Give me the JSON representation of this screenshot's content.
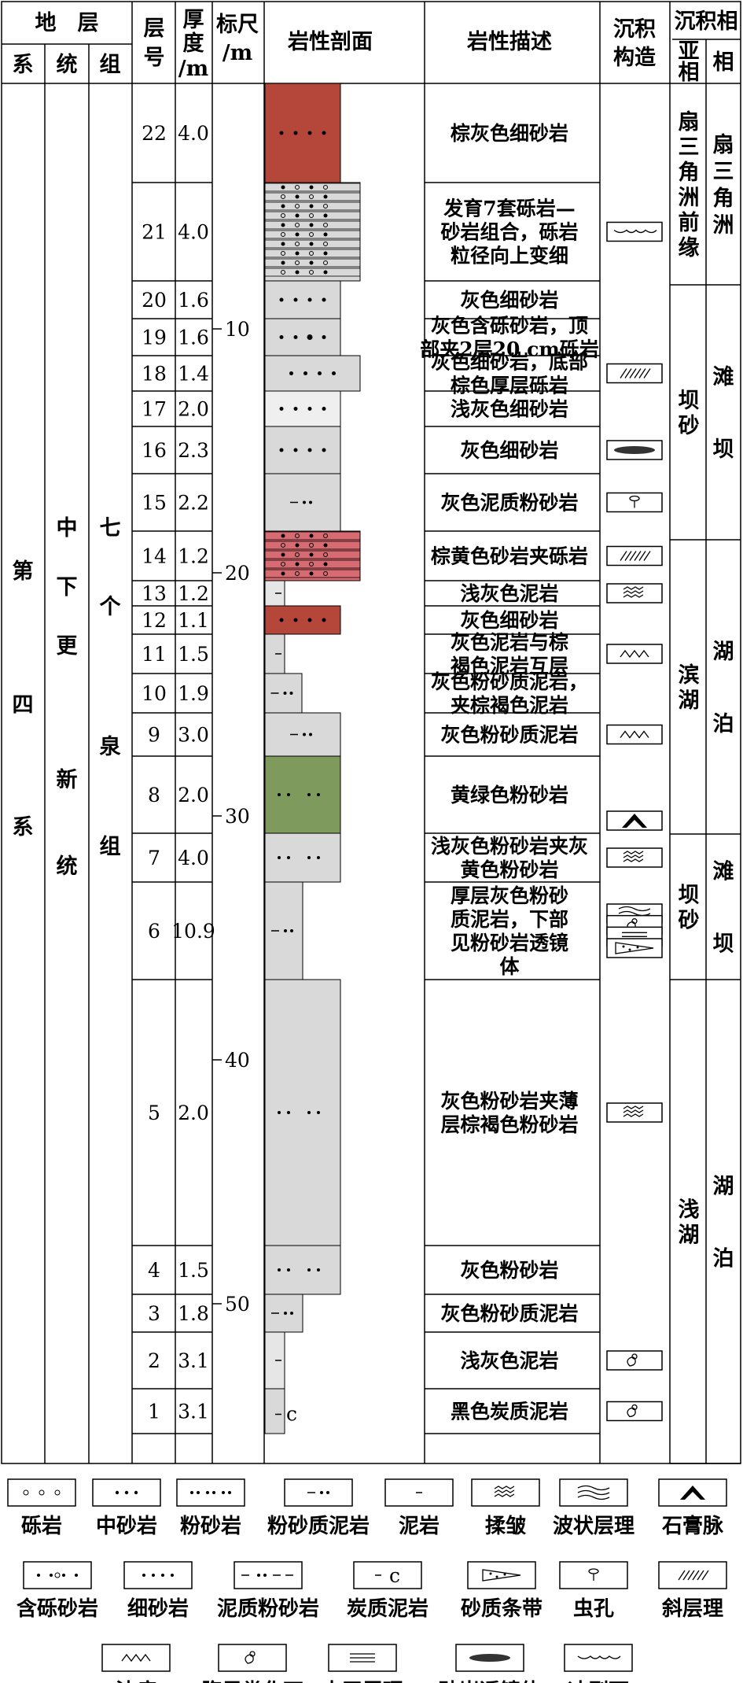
{
  "header": {
    "stratum": "地　层",
    "system": "系",
    "series": "统",
    "formation": "组",
    "layer_no": [
      "层",
      "号"
    ],
    "thickness": [
      "厚",
      "度",
      "/m"
    ],
    "scale": [
      "标尺",
      "/m"
    ],
    "profile": "岩性剖面",
    "description": "岩性描述",
    "structure": [
      "沉积",
      "构造"
    ],
    "facies": "沉积相",
    "subfacies": [
      "亚",
      "相"
    ],
    "facies_col": "相"
  },
  "system_value": "第四系",
  "series_value": "中下更新统",
  "formation_value": "七个泉组",
  "scale_ticks": [
    "10",
    "20",
    "30",
    "40",
    "50"
  ],
  "layers": [
    {
      "no": "22",
      "thickness": "4.0",
      "lithology": "fine-sandstone",
      "color": "#b5473a",
      "desc": [
        "棕灰色细砂岩"
      ]
    },
    {
      "no": "21",
      "thickness": "4.0",
      "lithology": "conglomerate-sandstone",
      "color": "#d9d9d9",
      "desc": [
        "发育7套砾岩—",
        "砂岩组合，砾岩",
        "粒径向上变细"
      ],
      "structure": "scour-surface"
    },
    {
      "no": "20",
      "thickness": "1.6",
      "lithology": "fine-sandstone",
      "color": "#d9d9d9",
      "desc": [
        "灰色细砂岩"
      ]
    },
    {
      "no": "19",
      "thickness": "1.6",
      "lithology": "pebbly-sandstone",
      "color": "#d9d9d9",
      "desc": [
        "灰色含砾砂岩，顶",
        "部夹2层20 cm砾岩"
      ]
    },
    {
      "no": "18",
      "thickness": "1.4",
      "lithology": "fine-sandstone",
      "color": "#d9d9d9",
      "desc": [
        "灰色细砂岩，底部",
        "棕色厚层砾岩"
      ],
      "structure": "cross-bedding"
    },
    {
      "no": "17",
      "thickness": "2.0",
      "lithology": "fine-sandstone",
      "color": "#efefef",
      "desc": [
        "浅灰色细砂岩"
      ]
    },
    {
      "no": "16",
      "thickness": "2.3",
      "lithology": "fine-sandstone",
      "color": "#d9d9d9",
      "desc": [
        "灰色细砂岩"
      ],
      "structure": "sandstone-lens"
    },
    {
      "no": "15",
      "thickness": "2.2",
      "lithology": "muddy-siltstone",
      "color": "#d9d9d9",
      "desc": [
        "灰色泥质粉砂岩"
      ],
      "structure": "burrow"
    },
    {
      "no": "14",
      "thickness": "1.2",
      "lithology": "sandstone-conglomerate",
      "color": "#d86a72",
      "desc": [
        "棕黄色砂岩夹砾岩"
      ],
      "structure": "cross-bedding"
    },
    {
      "no": "13",
      "thickness": "1.2",
      "lithology": "mudstone",
      "color": "#e6e6e6",
      "desc": [
        "浅灰色泥岩"
      ],
      "structure": "crumple"
    },
    {
      "no": "12",
      "thickness": "1.1",
      "lithology": "fine-sandstone",
      "color": "#b5473a",
      "desc": [
        "灰色细砂岩"
      ]
    },
    {
      "no": "11",
      "thickness": "1.5",
      "lithology": "mudstone",
      "color": "#d9d9d9",
      "desc": [
        "灰色泥岩与棕",
        "褐色泥岩互层"
      ],
      "structure": "ripple"
    },
    {
      "no": "10",
      "thickness": "1.9",
      "lithology": "silty-mudstone",
      "color": "#d9d9d9",
      "desc": [
        "灰色粉砂质泥岩，",
        "夹棕褐色泥岩"
      ]
    },
    {
      "no": "9",
      "thickness": "3.0",
      "lithology": "silty-mudstone",
      "color": "#d9d9d9",
      "desc": [
        "灰色粉砂质泥岩"
      ],
      "structure": "ripple"
    },
    {
      "no": "8",
      "thickness": "2.0",
      "lithology": "siltstone",
      "color": "#7e9a5c",
      "desc": [
        "黄绿色粉砂岩"
      ]
    },
    {
      "no": "7",
      "thickness": "4.0",
      "lithology": "siltstone",
      "color": "#d9d9d9",
      "desc": [
        "浅灰色粉砂岩夹灰",
        "黄色粉砂岩"
      ],
      "structure": "crumple"
    },
    {
      "no": "6",
      "thickness": "10.9",
      "lithology": "silty-mudstone",
      "color": "#d9d9d9",
      "desc": [
        "厚层灰色粉砂",
        "质泥岩，下部",
        "见粉砂岩透镜",
        "体"
      ],
      "structures": [
        "wavy-bedding",
        "gastropod-fossil",
        "horizontal-bedding",
        "sandy-band"
      ]
    },
    {
      "no": "5",
      "thickness": "2.0",
      "lithology": "siltstone",
      "color": "#d9d9d9",
      "desc": [
        "灰色粉砂岩夹薄",
        "层棕褐色粉砂岩"
      ],
      "structure": "crumple"
    },
    {
      "no": "4",
      "thickness": "1.5",
      "lithology": "siltstone",
      "color": "#d9d9d9",
      "desc": [
        "灰色粉砂岩"
      ]
    },
    {
      "no": "3",
      "thickness": "1.8",
      "lithology": "silty-mudstone",
      "color": "#d9d9d9",
      "desc": [
        "灰色粉砂质泥岩"
      ]
    },
    {
      "no": "2",
      "thickness": "3.1",
      "lithology": "mudstone",
      "color": "#e6e6e6",
      "desc": [
        "浅灰色泥岩"
      ],
      "structure": "gastropod-fossil"
    },
    {
      "no": "1",
      "thickness": "3.1",
      "lithology": "carbonaceous-mudstone",
      "color": "#d9d9d9",
      "desc": [
        "黑色炭质泥岩"
      ],
      "structure": "gastropod-fossil"
    }
  ],
  "subfacies": [
    {
      "text": "扇三角洲前缘"
    },
    {
      "text": "坝砂"
    },
    {
      "text": "滨湖"
    },
    {
      "text": "坝砂"
    },
    {
      "text": "浅湖"
    }
  ],
  "facies": [
    {
      "text": "扇三角洲"
    },
    {
      "text": "滩坝"
    },
    {
      "text": "湖泊"
    },
    {
      "text": "滩坝"
    },
    {
      "text": "湖泊"
    }
  ],
  "legend": [
    {
      "label": "砾岩",
      "icon": "conglomerate-icon"
    },
    {
      "label": "中砂岩",
      "icon": "medium-sandstone-icon"
    },
    {
      "label": "粉砂岩",
      "icon": "siltstone-icon"
    },
    {
      "label": "粉砂质泥岩",
      "icon": "silty-mudstone-icon"
    },
    {
      "label": "泥岩",
      "icon": "mudstone-icon"
    },
    {
      "label": "揉皱",
      "icon": "crumple-icon"
    },
    {
      "label": "波状层理",
      "icon": "wavy-bedding-icon"
    },
    {
      "label": "石膏脉",
      "icon": "gypsum-vein-icon"
    },
    {
      "label": "含砾砂岩",
      "icon": "pebbly-sandstone-icon"
    },
    {
      "label": "细砂岩",
      "icon": "fine-sandstone-icon"
    },
    {
      "label": "泥质粉砂岩",
      "icon": "muddy-siltstone-icon"
    },
    {
      "label": "炭质泥岩",
      "icon": "carbonaceous-mudstone-icon"
    },
    {
      "label": "砂质条带",
      "icon": "sandy-band-icon"
    },
    {
      "label": "虫孔",
      "icon": "burrow-icon"
    },
    {
      "label": "斜层理",
      "icon": "cross-bedding-icon"
    },
    {
      "label": "波痕",
      "icon": "ripple-icon"
    },
    {
      "label": "腹足类化石",
      "icon": "gastropod-icon"
    },
    {
      "label": "水平层理",
      "icon": "horizontal-bedding-icon"
    },
    {
      "label": "砂岩透镜体",
      "icon": "sandstone-lens-icon"
    },
    {
      "label": "冲刷面",
      "icon": "scour-surface-icon"
    }
  ],
  "legend_carbon_symbol": "c"
}
